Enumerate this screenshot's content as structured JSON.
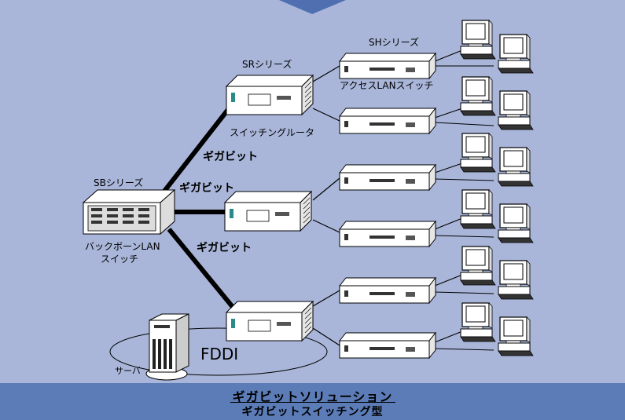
{
  "colors": {
    "background": "#a9b6d9",
    "caption_bar": "#5c7cb8",
    "device_fill": "#ffffff",
    "line": "#000000"
  },
  "labels": {
    "sb_series": "SBシリーズ",
    "backbone_line1": "バックボーンLAN",
    "backbone_line2": "スイッチ",
    "sr_series": "SRシリーズ",
    "switching_router": "スイッチングルータ",
    "sh_series": "SHシリーズ",
    "access_lan_switch": "アクセスLANスイッチ",
    "gigabit_1": "ギガビット",
    "gigabit_2": "ギガビット",
    "gigabit_3": "ギガビット",
    "server": "サーバ",
    "fddi": "FDDI"
  },
  "caption": {
    "title": "ギガビットソリューション",
    "subtitle": "ギガビットスイッチング型"
  },
  "icons": [
    "arrow-down-icon",
    "backbone-switch-icon",
    "router-icon",
    "access-switch-icon",
    "pc-icon",
    "server-icon",
    "fddi-ring"
  ]
}
